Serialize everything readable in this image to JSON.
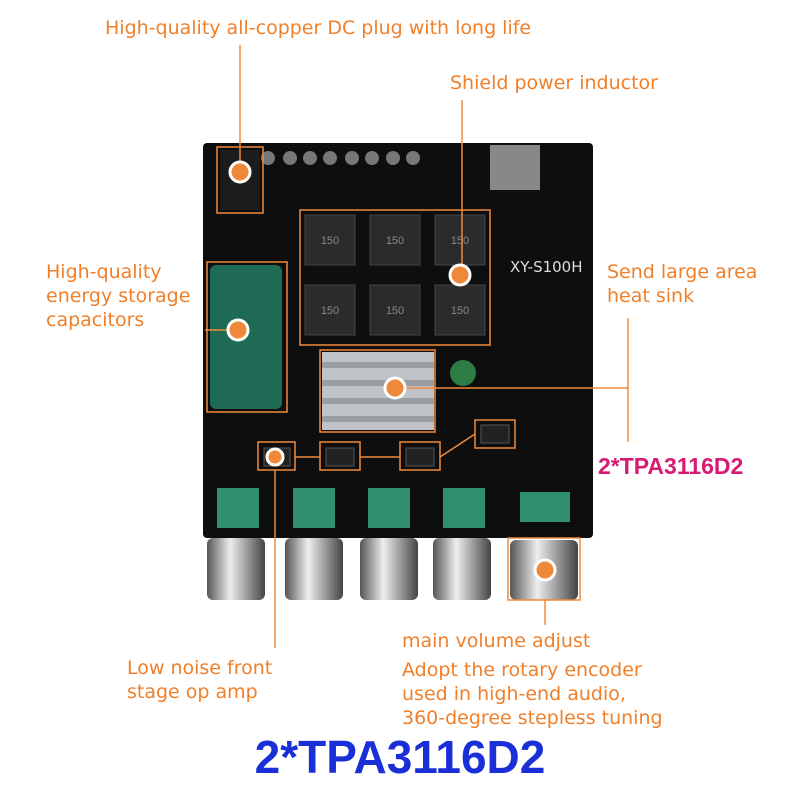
{
  "callouts": {
    "dc_plug": "High-quality all-copper DC plug with long life",
    "inductor": "Shield power inductor",
    "capacitors": [
      "High-quality",
      "energy storage",
      "capacitors"
    ],
    "heat_sink": [
      "Send large area",
      "heat sink"
    ],
    "chip_small": "2*TPA3116D2",
    "volume": "main volume adjust",
    "encoder": [
      "Adopt the rotary encoder",
      "used in high-end audio,",
      "360-degree stepless tuning"
    ],
    "op_amp": [
      "Low noise front",
      "stage op amp"
    ]
  },
  "board": {
    "model": "XY-S100H",
    "inductor_marking": "150"
  },
  "headline": "2*TPA3116D2",
  "colors": {
    "accent": "#f07f2a",
    "pink": "#d81b72",
    "blue": "#1a2fd8",
    "board": "#111111"
  }
}
